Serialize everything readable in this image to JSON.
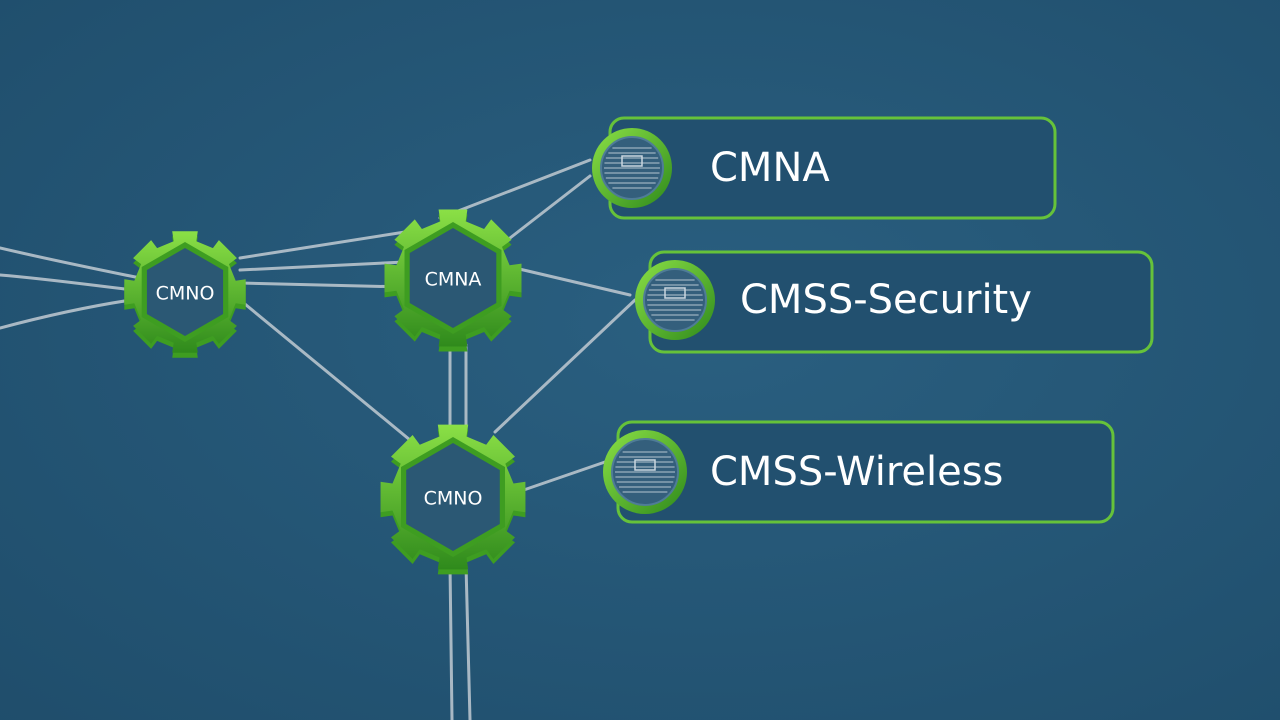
{
  "colors": {
    "background": "#245676",
    "gear_light": "#7ed63a",
    "gear_dark": "#3e9d21",
    "node_fill": "#2b5874",
    "badge_border": "#66c23a",
    "badge_fill": "#22506f",
    "connector": "#b8c4cd",
    "text": "#ffffff"
  },
  "nodes": [
    {
      "id": "node-left",
      "label": "CMNO"
    },
    {
      "id": "node-center-top",
      "label": "CMNA"
    },
    {
      "id": "node-center-bottom",
      "label": "CMNO"
    }
  ],
  "badges": [
    {
      "id": "badge-cmna",
      "label": "CMNA",
      "icon": "circuit-chip-icon"
    },
    {
      "id": "badge-cmss-security",
      "label": "CMSS-Security",
      "icon": "circuit-chip-icon"
    },
    {
      "id": "badge-cmss-wireless",
      "label": "CMSS-Wireless",
      "icon": "circuit-chip-icon"
    }
  ]
}
